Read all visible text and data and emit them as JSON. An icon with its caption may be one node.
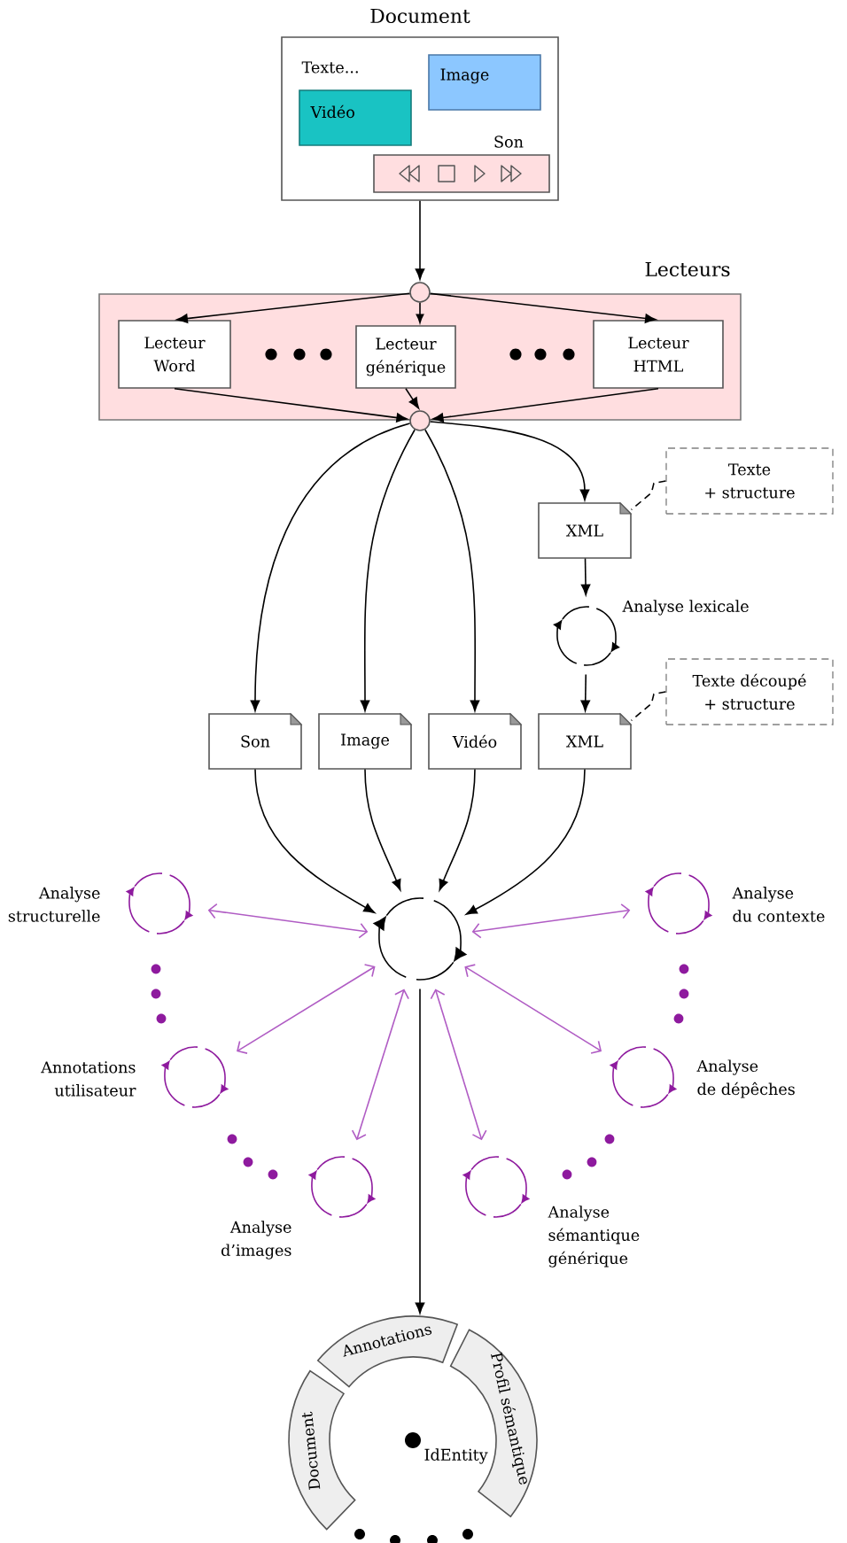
{
  "diagram": {
    "nodes": [
      {
        "text": [
          "Document",
          "Texte..."
        ]
      },
      {
        "text": [
          "Image"
        ],
        "in": 0
      },
      {
        "text": [
          "Vidéo"
        ],
        "in": 0
      },
      {
        "text": [
          "Son"
        ],
        "in": 0
      },
      {
        "text": [
          "Lecteurs"
        ]
      },
      {
        "text": [],
        "shape": "circle"
      },
      {
        "text": [
          "Lecteur Word"
        ],
        "in": 4
      },
      {
        "text": [
          "Lecteur générique"
        ],
        "in": 4
      },
      {
        "text": [
          "Lecteur HTML"
        ],
        "in": 4
      },
      {
        "text": [],
        "shape": "circle"
      },
      {
        "text": [
          "XML"
        ]
      },
      {
        "text": [
          "Texte + structure"
        ]
      },
      {
        "text": [],
        "shape": "circle",
        "beside": [
          "Analyse lexicale"
        ]
      },
      {
        "text": [
          "Son"
        ]
      },
      {
        "text": [
          "Image"
        ]
      },
      {
        "text": [
          "Vidéo"
        ]
      },
      {
        "text": [
          "XML"
        ]
      },
      {
        "text": [
          "Texte découpé + structure"
        ]
      },
      {
        "text": [],
        "shape": "circle"
      },
      {
        "text": [],
        "shape": "circle",
        "beside": [
          "Analyse structurelle"
        ]
      },
      {
        "text": [],
        "shape": "circle",
        "beside": [
          "Analyse du contexte"
        ]
      },
      {
        "text": [],
        "shape": "circle",
        "beside": [
          "Annotations utilisateur"
        ]
      },
      {
        "text": [],
        "shape": "circle",
        "beside": [
          "Analyse de dépêches"
        ]
      },
      {
        "text": [],
        "shape": "circle",
        "beside": [
          "Analyse d’images"
        ]
      },
      {
        "text": [],
        "shape": "circle",
        "beside": [
          "Analyse sémantique générique"
        ]
      },
      {
        "text": [
          "Document"
        ]
      },
      {
        "text": [
          "Annotations"
        ]
      },
      {
        "text": [
          "Profil sémantique"
        ]
      }
    ],
    "edges": [
      {
        "from": 0,
        "to": 5,
        "arrow": "to"
      },
      {
        "from": 5,
        "to": 6,
        "arrow": "to"
      },
      {
        "from": 5,
        "to": 7,
        "arrow": "to"
      },
      {
        "from": 5,
        "to": 8,
        "arrow": "to"
      },
      {
        "from": 6,
        "to": 9,
        "arrow": "to"
      },
      {
        "from": 7,
        "to": 9,
        "arrow": "to"
      },
      {
        "from": 8,
        "to": 9,
        "arrow": "to"
      },
      {
        "from": 9,
        "to": 13,
        "arrow": "to"
      },
      {
        "from": 9,
        "to": 14,
        "arrow": "to"
      },
      {
        "from": 9,
        "to": 15,
        "arrow": "to"
      },
      {
        "from": 9,
        "to": 10,
        "arrow": "to"
      },
      {
        "from": 11,
        "to": 10,
        "arrow": "none",
        "style": "dashed"
      },
      {
        "from": 10,
        "to": 12,
        "arrow": "to"
      },
      {
        "from": 12,
        "to": 16,
        "arrow": "to"
      },
      {
        "from": 17,
        "to": 16,
        "arrow": "none",
        "style": "dashed"
      },
      {
        "from": 13,
        "to": 18,
        "arrow": "to"
      },
      {
        "from": 14,
        "to": 18,
        "arrow": "to"
      },
      {
        "from": 15,
        "to": 18,
        "arrow": "to"
      },
      {
        "from": 16,
        "to": 18,
        "arrow": "to"
      },
      {
        "from": 18,
        "to": 19,
        "arrow": "both",
        "color": "#b05cc4"
      },
      {
        "from": 18,
        "to": 20,
        "arrow": "both",
        "color": "#b05cc4"
      },
      {
        "from": 18,
        "to": 21,
        "arrow": "both",
        "color": "#b05cc4"
      },
      {
        "from": 18,
        "to": 22,
        "arrow": "both",
        "color": "#b05cc4"
      },
      {
        "from": 18,
        "to": 23,
        "arrow": "both",
        "color": "#b05cc4"
      },
      {
        "from": 18,
        "to": 24,
        "arrow": "both",
        "color": "#b05cc4"
      },
      {
        "from": 18,
        "to": 26,
        "arrow": "to"
      }
    ],
    "labels": [
      "IdEntity"
    ]
  }
}
